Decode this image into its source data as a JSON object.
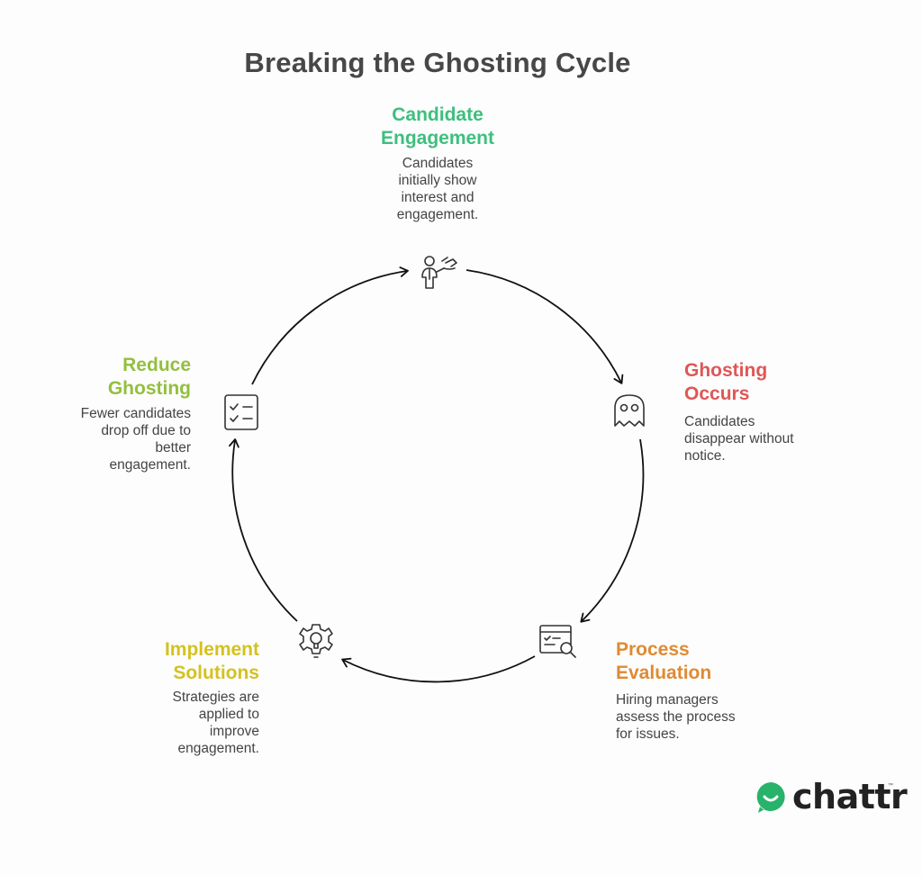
{
  "title": "Breaking the Ghosting Cycle",
  "steps": [
    {
      "title_lines": [
        "Candidate",
        "Engagement"
      ],
      "desc_lines": [
        "Candidates",
        "initially show",
        "interest and",
        "engagement."
      ],
      "color": "#3dbf7e",
      "icon": "person-wave-icon"
    },
    {
      "title_lines": [
        "Ghosting",
        "Occurs"
      ],
      "desc_lines": [
        "Candidates",
        "disappear without",
        "notice."
      ],
      "color": "#e05656",
      "icon": "ghost-icon"
    },
    {
      "title_lines": [
        "Process",
        "Evaluation"
      ],
      "desc_lines": [
        "Hiring managers",
        "assess the process",
        "for issues."
      ],
      "color": "#e08a33",
      "icon": "browser-search-icon"
    },
    {
      "title_lines": [
        "Implement",
        "Solutions"
      ],
      "desc_lines": [
        "Strategies are",
        "applied to",
        "improve",
        "engagement."
      ],
      "color": "#d4c21f",
      "icon": "gear-bulb-icon"
    },
    {
      "title_lines": [
        "Reduce",
        "Ghosting"
      ],
      "desc_lines": [
        "Fewer candidates",
        "drop off due to",
        "better",
        "engagement."
      ],
      "color": "#93bf3e",
      "icon": "checklist-icon"
    }
  ],
  "brand": {
    "name": "chattr",
    "trademark": "™",
    "color": "#27b36a"
  }
}
